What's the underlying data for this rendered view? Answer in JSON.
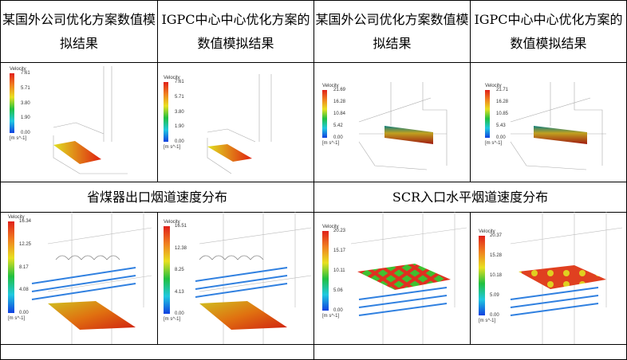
{
  "headers": [
    "某国外公司优化方案数值模拟结果",
    "IGPC中心中心优化方案的数值模拟结果",
    "某国外公司优化方案数值模拟结果",
    "IGPC中心中心优化方案的数值模拟结果"
  ],
  "section_titles": [
    "省煤器出口烟道速度分布",
    "SCR入口水平烟道速度分布"
  ],
  "legend_title": "Velocity",
  "legend_unit": "[m s^-1]",
  "top_legends": [
    [
      "7.61",
      "5.71",
      "3.80",
      "1.90",
      "0.00"
    ],
    [
      "7.61",
      "5.71",
      "3.80",
      "1.90",
      "0.00"
    ],
    [
      "21.69",
      "16.28",
      "10.84",
      "5.42",
      "0.00"
    ],
    [
      "21.71",
      "16.28",
      "10.85",
      "5.43",
      "0.00"
    ]
  ],
  "bottom_legends": [
    [
      "16.34",
      "12.25",
      "8.17",
      "4.08",
      "0.00"
    ],
    [
      "16.51",
      "12.38",
      "8.25",
      "4.13",
      "0.00"
    ],
    [
      "20.23",
      "15.17",
      "10.11",
      "5.06",
      "0.00"
    ],
    [
      "20.37",
      "15.28",
      "10.18",
      "5.09",
      "0.00"
    ]
  ]
}
